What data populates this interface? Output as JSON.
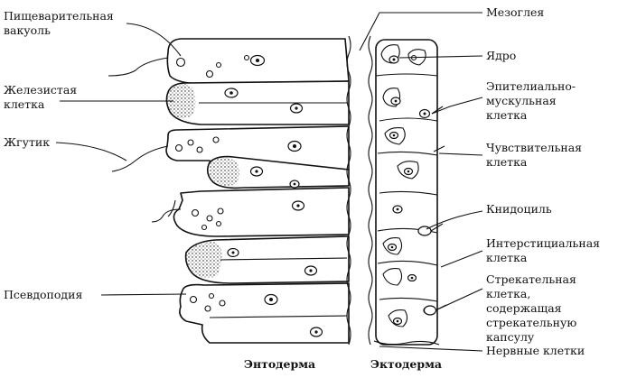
{
  "labels": {
    "food_vacuole": "Пищеварительная вакуоль",
    "food_vacuole_l1": "Пищеварительная",
    "food_vacuole_l2": "вакуоль",
    "gland_cell_l1": "Железистая",
    "gland_cell_l2": "клетка",
    "flagellum": "Жгутик",
    "pseudopodia": "Псевдоподия",
    "mesoglea": "Мезоглея",
    "nucleus": "Ядро",
    "epithelial_l1": "Эпителиально-",
    "epithelial_l2": "мускульная",
    "epithelial_l3": "клетка",
    "sensory_l1": "Чувствительная",
    "sensory_l2": "клетка",
    "cnidocil": "Книдоциль",
    "interstitial_l1": "Интерстициальная",
    "interstitial_l2": "клетка",
    "stinging_l1": "Стрекательная",
    "stinging_l2": "клетка,",
    "stinging_l3": "содержащая",
    "stinging_l4": "стрекательную",
    "stinging_l5": "капсулу",
    "nerve_cells": "Нервные клетки",
    "endoderm": "Энтодерма",
    "ectoderm": "Эктодерма"
  },
  "colors": {
    "ink": "#111111",
    "background": "#ffffff"
  }
}
